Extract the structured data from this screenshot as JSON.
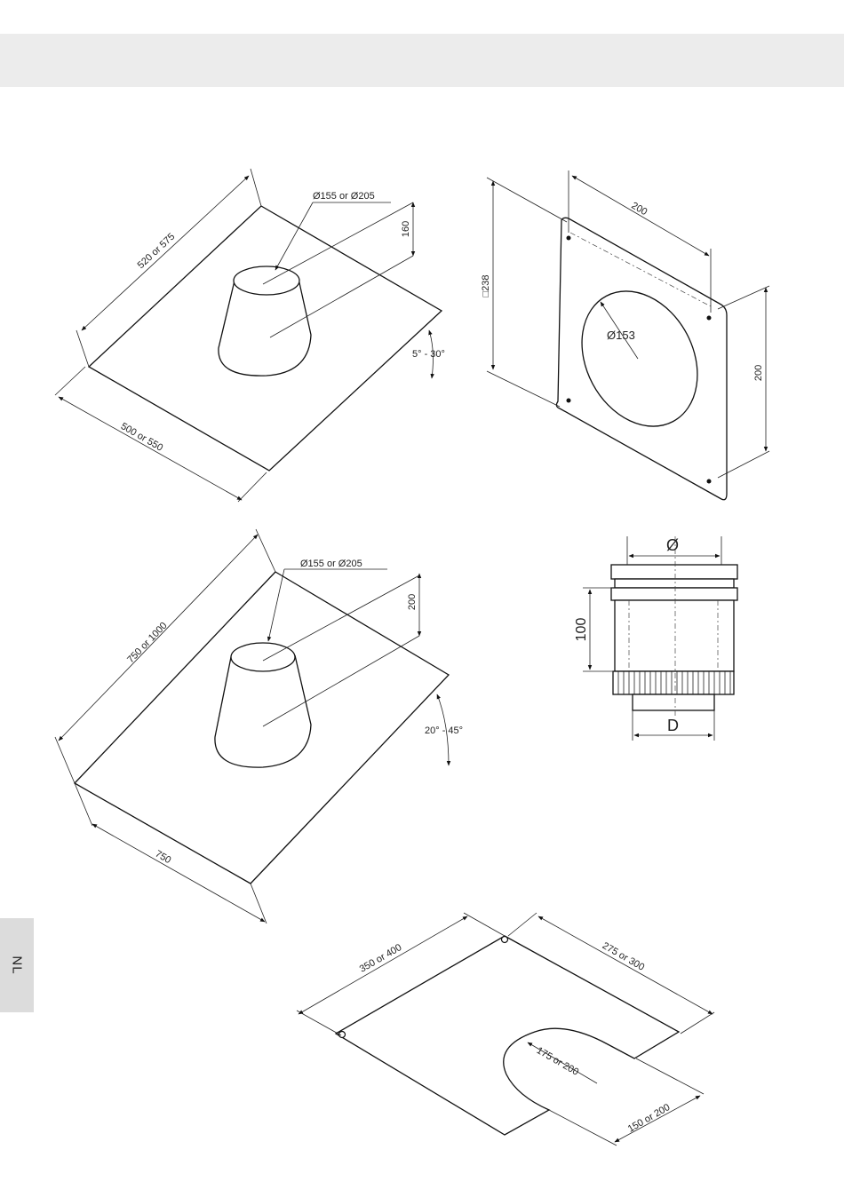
{
  "sidebar_tab": {
    "label": "NL"
  },
  "flashing_small": {
    "length": "520 or 575",
    "width": "500 or 550",
    "diameter": "Ø155 or Ø205",
    "height": "160",
    "angle": "5° - 30°"
  },
  "wall_plate": {
    "width": "200",
    "height": "200",
    "square": "□238",
    "diameter": "Ø153"
  },
  "flashing_large": {
    "length": "750 or 1000",
    "width": "750",
    "diameter": "Ø155 or Ø205",
    "height": "200",
    "angle": "20° - 45°"
  },
  "adapter": {
    "top": "Ø",
    "height": "100",
    "bottom": "D"
  },
  "base_plate": {
    "length": "350 or 400",
    "width": "275 or 300",
    "radius": "175 or 200",
    "slot": "150 or 200"
  }
}
